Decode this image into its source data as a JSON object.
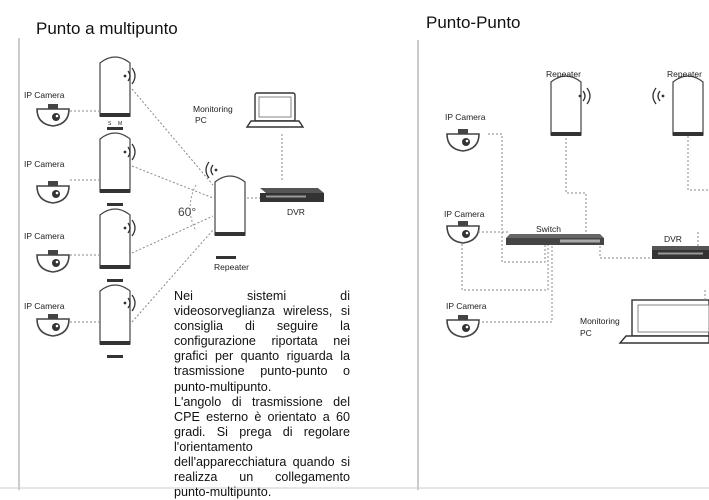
{
  "left_section": {
    "title": "Punto a multipunto",
    "camera_labels": [
      "IP Camera",
      "IP Camera",
      "IP Camera",
      "IP Camera"
    ],
    "monitoring_label_1": "Monitoring",
    "monitoring_label_2": "PC",
    "dvr_label": "DVR",
    "angle_label": "60°",
    "repeater_label": "Repeater",
    "switch_marks": [
      "S",
      "M"
    ]
  },
  "right_section": {
    "title": "Punto-Punto",
    "repeater_labels": [
      "Repeater",
      "Repeater"
    ],
    "camera_labels": [
      "IP Camera",
      "IP Camera",
      "IP Camera"
    ],
    "switch_label": "Switch",
    "dvr_label": "DVR",
    "monitoring_label_1": "Monitoring",
    "monitoring_label_2": "PC"
  },
  "description": {
    "paragraph_1": "Nei sistemi di videosorveglianza wireless, si consiglia di seguire la configurazione riportata nei grafici per quanto riguarda la trasmissione punto-punto o punto-multipunto.",
    "paragraph_2": "L'angolo di trasmissione del CPE esterno è orientato a 60 gradi. Si prega di regolare l'orientamento dell'apparecchiatura quando si realizza un collegamento punto-multipunto."
  }
}
